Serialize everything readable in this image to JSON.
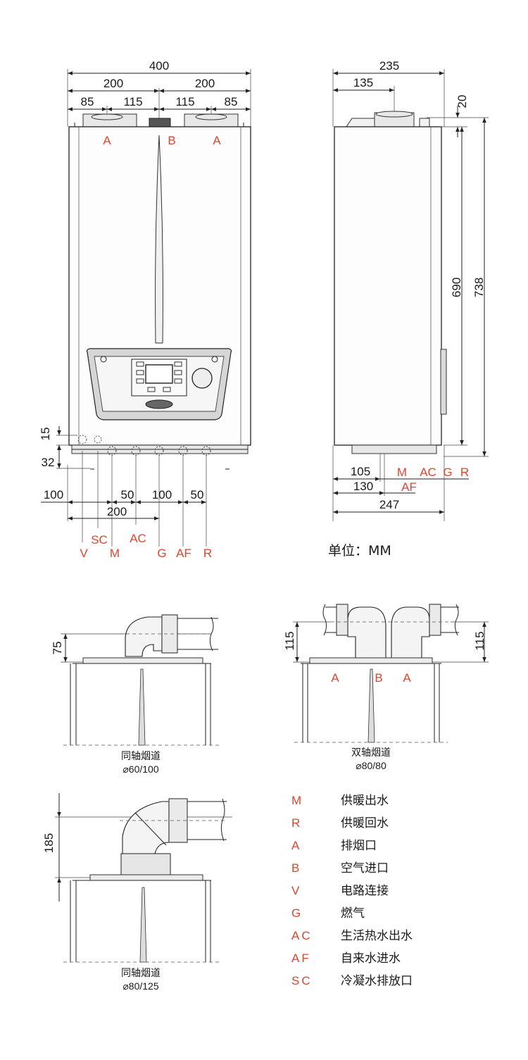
{
  "front_view": {
    "dims": {
      "total_width": "400",
      "half_left": "200",
      "half_right": "200",
      "edge_left": "85",
      "inner_left": "115",
      "inner_right": "115",
      "edge_right": "85",
      "d15": "15",
      "d32": "32",
      "d100": "100",
      "d50a": "50",
      "d100b": "100",
      "d50b": "50",
      "d200": "200"
    },
    "top_labels": {
      "a_left": "A",
      "b": "B",
      "a_right": "A"
    },
    "bottom_labels": {
      "v": "V",
      "sc": "SC",
      "m": "M",
      "ac": "AC",
      "g": "G",
      "af": "AF",
      "r": "R"
    }
  },
  "side_view": {
    "dims": {
      "depth": "235",
      "flue_offset": "135",
      "top_gap": "20",
      "height_690": "690",
      "height_738": "738",
      "d105": "105",
      "d130": "130",
      "d247": "247"
    },
    "labels": {
      "m": "M",
      "ac": "AC",
      "g": "G",
      "r": "R",
      "af": "AF"
    }
  },
  "unit_label": "单位：MM",
  "flues": [
    {
      "dim": "75",
      "name": "同轴烟道",
      "spec": "⌀60/100"
    },
    {
      "dim_left": "115",
      "dim_right": "115",
      "labels": [
        "A",
        "B",
        "A"
      ],
      "name": "双轴烟道",
      "spec": "⌀80/80"
    },
    {
      "dim": "185",
      "name": "同轴烟道",
      "spec": "⌀80/125"
    }
  ],
  "legend": [
    {
      "code": "M",
      "text": "供暖出水"
    },
    {
      "code": "R",
      "text": "供暖回水"
    },
    {
      "code": "A",
      "text": "排烟口"
    },
    {
      "code": "B",
      "text": "空气进口"
    },
    {
      "code": "V",
      "text": "电路连接"
    },
    {
      "code": "G",
      "text": "燃气"
    },
    {
      "code": "AC",
      "text": "生活热水出水"
    },
    {
      "code": "AF",
      "text": "自来水进水"
    },
    {
      "code": "SC",
      "text": "冷凝水排放口"
    }
  ],
  "colors": {
    "accent": "#e0442c",
    "line": "#222222"
  }
}
